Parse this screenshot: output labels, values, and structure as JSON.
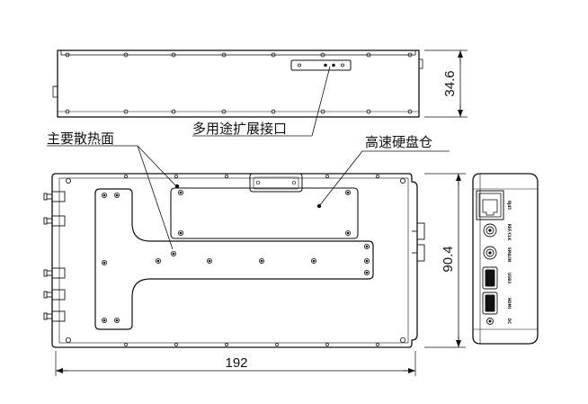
{
  "labels": {
    "expansion_port": "多用途扩展接口",
    "heat_surface": "主要散热面",
    "ssd_bay": "高速硬盘仓"
  },
  "dimensions": {
    "height": "34.6",
    "depth": "90.4",
    "width": "192"
  },
  "side_panel_labels": [
    "RJ45",
    "REF/CLK",
    "SMA/IN",
    "USB3",
    "HDMI",
    "DC"
  ],
  "colors": {
    "line": "#111111",
    "background": "#ffffff"
  }
}
